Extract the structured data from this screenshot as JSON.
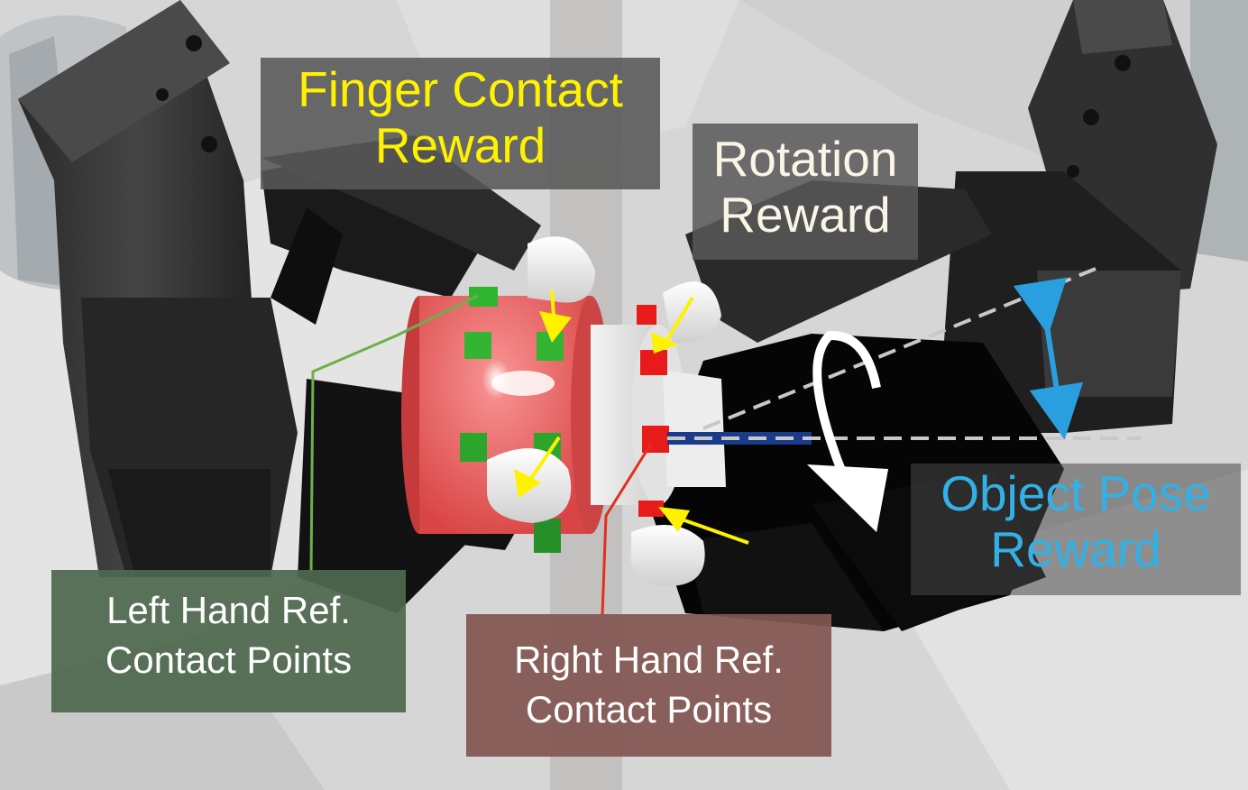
{
  "labels": {
    "finger_contact": [
      "Finger Contact",
      "Reward"
    ],
    "rotation": [
      "Rotation",
      "Reward"
    ],
    "object_pose": [
      "Object Pose",
      "Reward"
    ],
    "left_hand": [
      "Left Hand Ref.",
      "Contact Points"
    ],
    "right_hand": [
      "Right Hand Ref.",
      "Contact Points"
    ]
  },
  "colors": {
    "finger_contact": "#fff200",
    "rotation": "#fbf5e6",
    "object_pose": "#33b1e6",
    "left_contact_points": "#2fb52f",
    "right_contact_points": "#e81a1a",
    "object": "#e85a5a",
    "arrows": "#fff200"
  }
}
